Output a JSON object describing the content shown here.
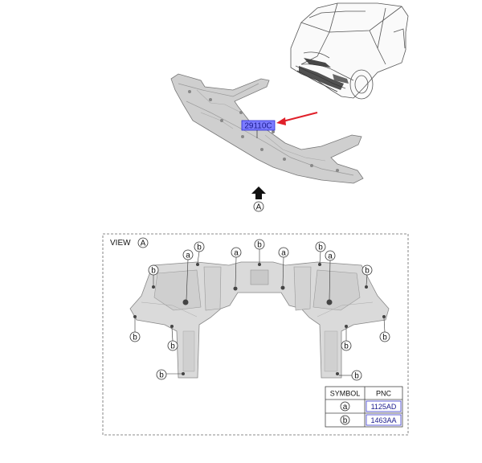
{
  "top_view": {
    "part_number": "29110C",
    "view_marker": "A"
  },
  "detail_view": {
    "title_prefix": "VIEW",
    "title_marker": "A",
    "callout_letters": {
      "a": "a",
      "b": "b"
    }
  },
  "symbol_table": {
    "headers": {
      "symbol": "SYMBOL",
      "pnc": "PNC"
    },
    "rows": [
      {
        "symbol": "a",
        "pnc": "1125AD"
      },
      {
        "symbol": "b",
        "pnc": "1463AA"
      }
    ]
  },
  "colors": {
    "part_label_fill": "#7b7bff",
    "part_label_border": "#2b2bd0",
    "arrow": "#e0202a",
    "panel_fill": "#d9d9d9",
    "pnc_border": "#3b3bd0"
  }
}
